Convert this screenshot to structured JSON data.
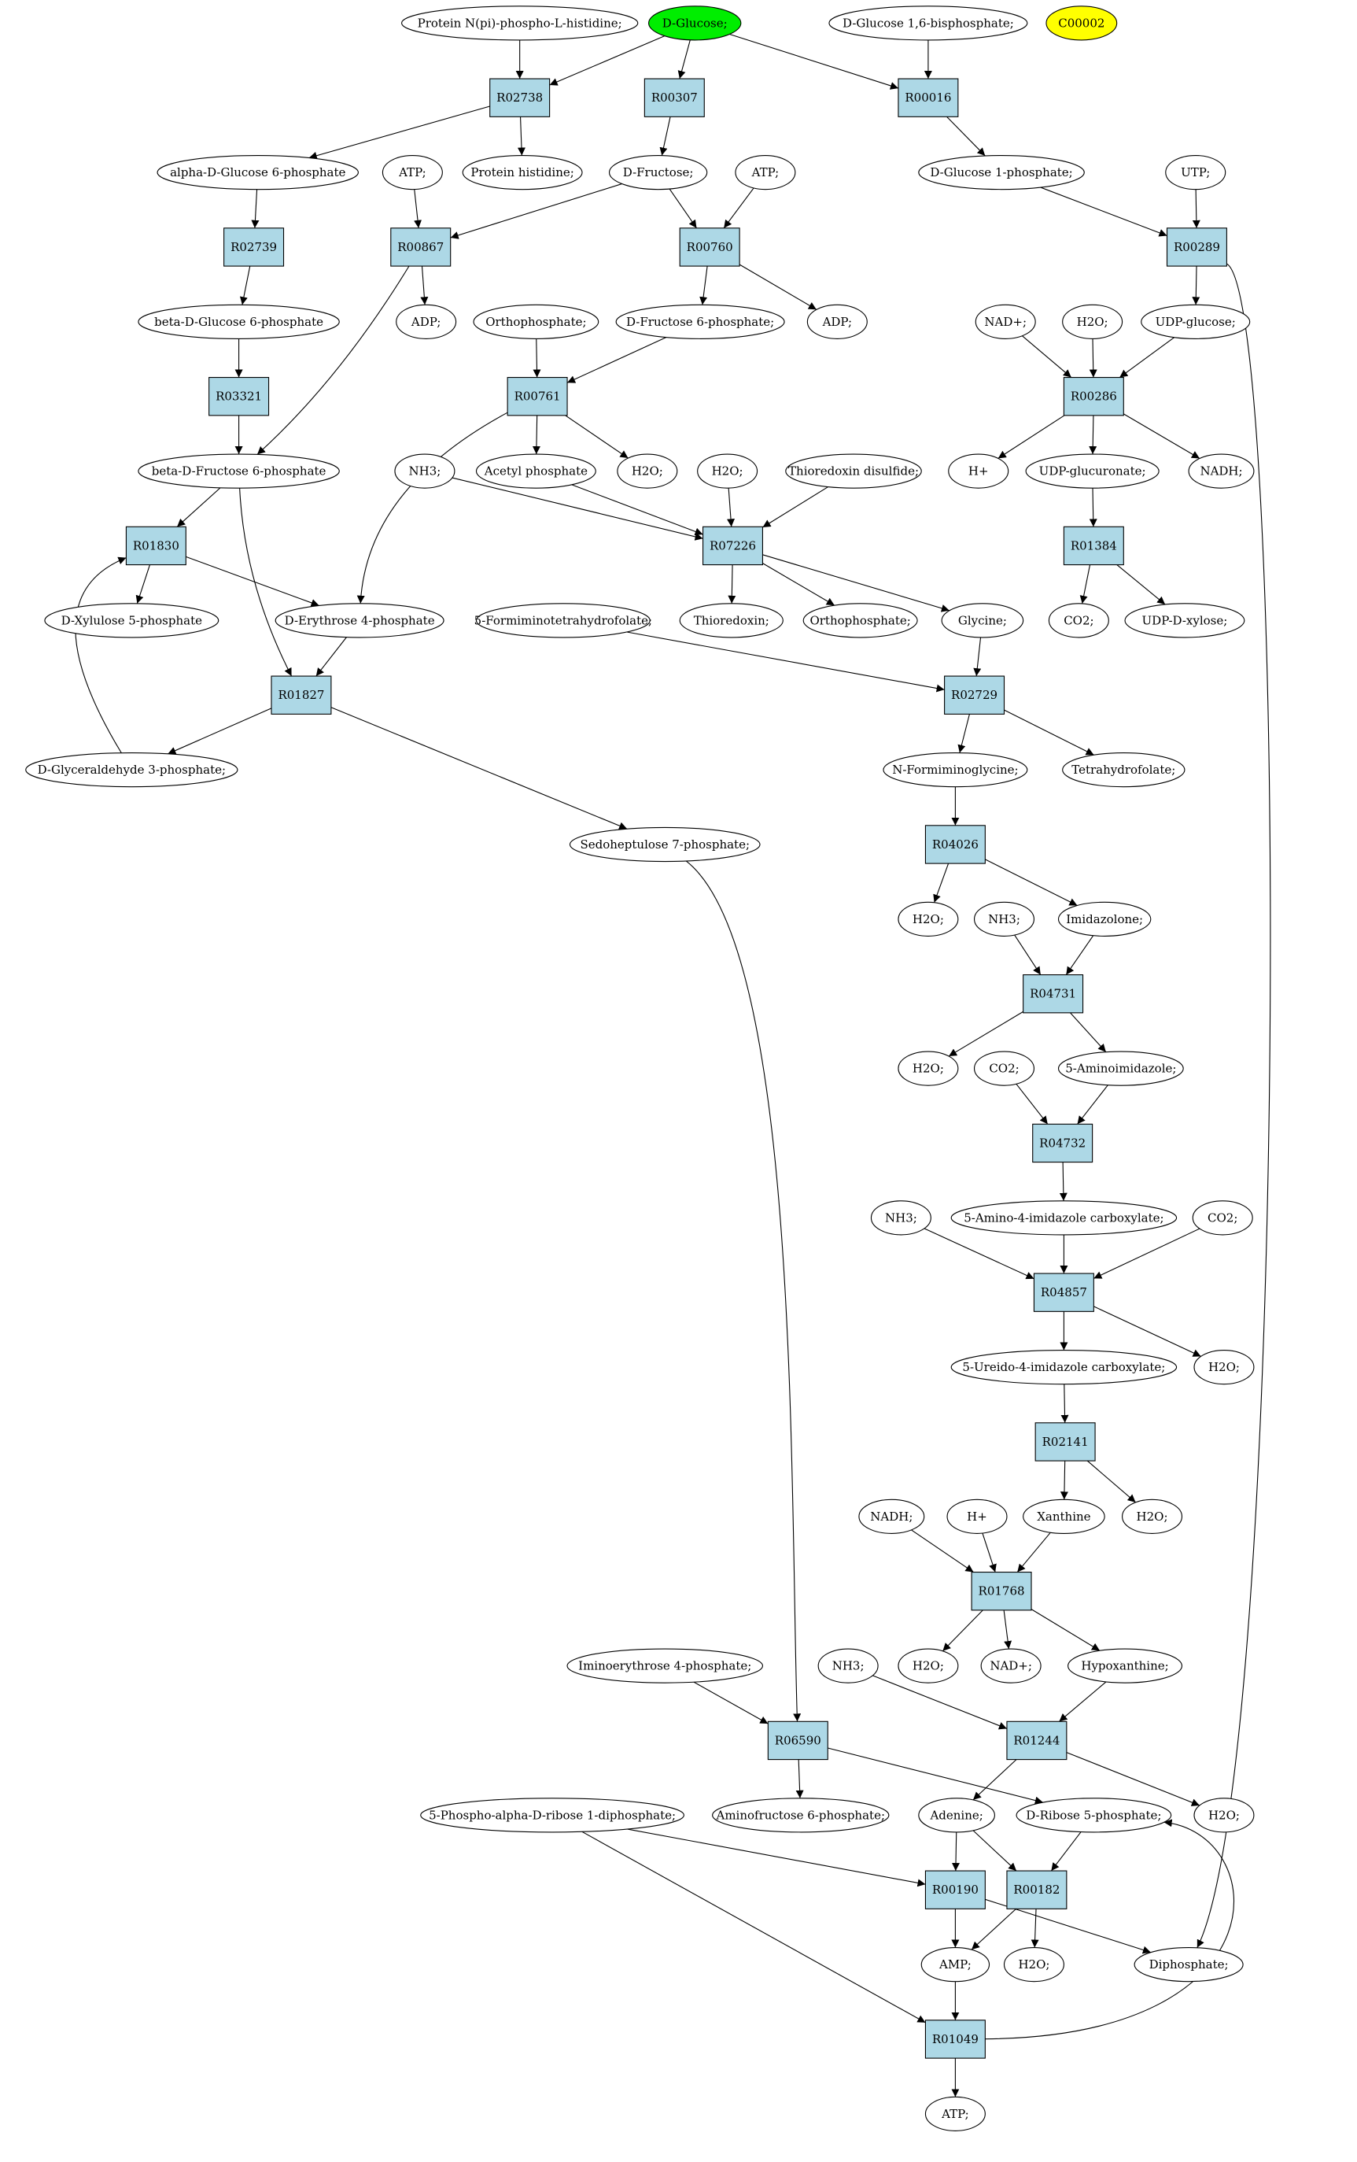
{
  "colors": {
    "compound_fill": "#ffffff",
    "reaction_fill": "#add8e6",
    "highlight_start": "#00ee00",
    "highlight_yellow": "#ffff00",
    "stroke": "#000000"
  },
  "nodes": {
    "c_protein_nphospho": {
      "kind": "compound",
      "label": "Protein N(pi)-phospho-L-histidine;"
    },
    "c_dglucose": {
      "kind": "compound",
      "label": "D-Glucose;",
      "highlight": "green"
    },
    "c_glc16bp": {
      "kind": "compound",
      "label": "D-Glucose 1,6-bisphosphate;"
    },
    "c_c00002": {
      "kind": "compound",
      "label": "C00002",
      "highlight": "yellow"
    },
    "r_R02738": {
      "kind": "reaction",
      "label": "R02738"
    },
    "r_R00307": {
      "kind": "reaction",
      "label": "R00307"
    },
    "r_R00016": {
      "kind": "reaction",
      "label": "R00016"
    },
    "c_adg6p": {
      "kind": "compound",
      "label": "alpha-D-Glucose 6-phosphate"
    },
    "c_atp1": {
      "kind": "compound",
      "label": "ATP;"
    },
    "c_protein_his": {
      "kind": "compound",
      "label": "Protein histidine;"
    },
    "c_dfructose": {
      "kind": "compound",
      "label": "D-Fructose;"
    },
    "c_atp2": {
      "kind": "compound",
      "label": "ATP;"
    },
    "c_glc1p": {
      "kind": "compound",
      "label": "D-Glucose 1-phosphate;"
    },
    "c_utp": {
      "kind": "compound",
      "label": "UTP;"
    },
    "r_R02739": {
      "kind": "reaction",
      "label": "R02739"
    },
    "r_R00867": {
      "kind": "reaction",
      "label": "R00867"
    },
    "r_R00760": {
      "kind": "reaction",
      "label": "R00760"
    },
    "r_R00289": {
      "kind": "reaction",
      "label": "R00289"
    },
    "c_bdg6p": {
      "kind": "compound",
      "label": "beta-D-Glucose 6-phosphate"
    },
    "c_adp1": {
      "kind": "compound",
      "label": "ADP;"
    },
    "c_ortho1": {
      "kind": "compound",
      "label": "Orthophosphate;"
    },
    "c_df6p": {
      "kind": "compound",
      "label": "D-Fructose 6-phosphate;"
    },
    "c_adp2": {
      "kind": "compound",
      "label": "ADP;"
    },
    "c_nadp1": {
      "kind": "compound",
      "label": "NAD+;"
    },
    "c_h2o_a": {
      "kind": "compound",
      "label": "H2O;"
    },
    "c_udpglc": {
      "kind": "compound",
      "label": "UDP-glucose;"
    },
    "r_R03321": {
      "kind": "reaction",
      "label": "R03321"
    },
    "r_R00761": {
      "kind": "reaction",
      "label": "R00761"
    },
    "r_R00286": {
      "kind": "reaction",
      "label": "R00286"
    },
    "c_bdf6p": {
      "kind": "compound",
      "label": "beta-D-Fructose 6-phosphate"
    },
    "c_nh3_a": {
      "kind": "compound",
      "label": "NH3;"
    },
    "c_acetylp": {
      "kind": "compound",
      "label": "Acetyl phosphate"
    },
    "c_h2o_b": {
      "kind": "compound",
      "label": "H2O;"
    },
    "c_h2o_c": {
      "kind": "compound",
      "label": "H2O;"
    },
    "c_thiodis": {
      "kind": "compound",
      "label": "Thioredoxin disulfide;"
    },
    "c_hplus_a": {
      "kind": "compound",
      "label": "H+"
    },
    "c_udpglcur": {
      "kind": "compound",
      "label": "UDP-glucuronate;"
    },
    "c_nadh_a": {
      "kind": "compound",
      "label": "NADH;"
    },
    "r_R01830": {
      "kind": "reaction",
      "label": "R01830"
    },
    "r_R07226": {
      "kind": "reaction",
      "label": "R07226"
    },
    "r_R01384": {
      "kind": "reaction",
      "label": "R01384"
    },
    "c_dxyl5p": {
      "kind": "compound",
      "label": "D-Xylulose 5-phosphate"
    },
    "c_dery4p": {
      "kind": "compound",
      "label": "D-Erythrose 4-phosphate"
    },
    "c_5formthf": {
      "kind": "compound",
      "label": "5-Formiminotetrahydrofolate;"
    },
    "c_thioredoxin": {
      "kind": "compound",
      "label": "Thioredoxin;"
    },
    "c_ortho2": {
      "kind": "compound",
      "label": "Orthophosphate;"
    },
    "c_glycine": {
      "kind": "compound",
      "label": "Glycine;"
    },
    "c_co2_a": {
      "kind": "compound",
      "label": "CO2;"
    },
    "c_udpxyl": {
      "kind": "compound",
      "label": "UDP-D-xylose;"
    },
    "r_R01827": {
      "kind": "reaction",
      "label": "R01827"
    },
    "r_R02729": {
      "kind": "reaction",
      "label": "R02729"
    },
    "c_dga3p": {
      "kind": "compound",
      "label": "D-Glyceraldehyde 3-phosphate;"
    },
    "c_nformgly": {
      "kind": "compound",
      "label": "N-Formiminoglycine;"
    },
    "c_thf": {
      "kind": "compound",
      "label": "Tetrahydrofolate;"
    },
    "c_sedo7p": {
      "kind": "compound",
      "label": "Sedoheptulose 7-phosphate;"
    },
    "r_R04026": {
      "kind": "reaction",
      "label": "R04026"
    },
    "c_h2o_d": {
      "kind": "compound",
      "label": "H2O;"
    },
    "c_nh3_b": {
      "kind": "compound",
      "label": "NH3;"
    },
    "c_imidazolone": {
      "kind": "compound",
      "label": "Imidazolone;"
    },
    "r_R04731": {
      "kind": "reaction",
      "label": "R04731"
    },
    "c_h2o_e": {
      "kind": "compound",
      "label": "H2O;"
    },
    "c_co2_b": {
      "kind": "compound",
      "label": "CO2;"
    },
    "c_5aminoimid": {
      "kind": "compound",
      "label": "5-Aminoimidazole;"
    },
    "r_R04732": {
      "kind": "reaction",
      "label": "R04732"
    },
    "c_nh3_c": {
      "kind": "compound",
      "label": "NH3;"
    },
    "c_5a4icarb": {
      "kind": "compound",
      "label": "5-Amino-4-imidazole carboxylate;"
    },
    "c_co2_c": {
      "kind": "compound",
      "label": "CO2;"
    },
    "r_R04857": {
      "kind": "reaction",
      "label": "R04857"
    },
    "c_5u4icarb": {
      "kind": "compound",
      "label": "5-Ureido-4-imidazole carboxylate;"
    },
    "c_h2o_f": {
      "kind": "compound",
      "label": "H2O;"
    },
    "r_R02141": {
      "kind": "reaction",
      "label": "R02141"
    },
    "c_nadh_b": {
      "kind": "compound",
      "label": "NADH;"
    },
    "c_hplus_b": {
      "kind": "compound",
      "label": "H+"
    },
    "c_xanthine": {
      "kind": "compound",
      "label": "Xanthine"
    },
    "c_h2o_g": {
      "kind": "compound",
      "label": "H2O;"
    },
    "r_R01768": {
      "kind": "reaction",
      "label": "R01768"
    },
    "c_iminoery4p": {
      "kind": "compound",
      "label": "Iminoerythrose 4-phosphate;"
    },
    "c_nh3_d": {
      "kind": "compound",
      "label": "NH3;"
    },
    "c_h2o_h": {
      "kind": "compound",
      "label": "H2O;"
    },
    "c_nadp2": {
      "kind": "compound",
      "label": "NAD+;"
    },
    "c_hypoxanthine": {
      "kind": "compound",
      "label": "Hypoxanthine;"
    },
    "r_R06590": {
      "kind": "reaction",
      "label": "R06590"
    },
    "r_R01244": {
      "kind": "reaction",
      "label": "R01244"
    },
    "c_prpp": {
      "kind": "compound",
      "label": "5-Phospho-alpha-D-ribose 1-diphosphate;"
    },
    "c_aminofru6p": {
      "kind": "compound",
      "label": "Aminofructose 6-phosphate;"
    },
    "c_adenine": {
      "kind": "compound",
      "label": "Adenine;"
    },
    "c_dribose5p": {
      "kind": "compound",
      "label": "D-Ribose 5-phosphate;"
    },
    "c_h2o_i": {
      "kind": "compound",
      "label": "H2O;"
    },
    "r_R00190": {
      "kind": "reaction",
      "label": "R00190"
    },
    "r_R00182": {
      "kind": "reaction",
      "label": "R00182"
    },
    "c_amp": {
      "kind": "compound",
      "label": "AMP;"
    },
    "c_h2o_j": {
      "kind": "compound",
      "label": "H2O;"
    },
    "c_diphosphate": {
      "kind": "compound",
      "label": "Diphosphate;"
    },
    "r_R01049": {
      "kind": "reaction",
      "label": "R01049"
    },
    "c_atp3": {
      "kind": "compound",
      "label": "ATP;"
    }
  },
  "edges": [
    [
      "c_protein_nphospho",
      "r_R02738"
    ],
    [
      "c_dglucose",
      "r_R02738"
    ],
    [
      "c_dglucose",
      "r_R00307"
    ],
    [
      "c_dglucose",
      "r_R00016"
    ],
    [
      "c_glc16bp",
      "r_R00016"
    ],
    [
      "r_R02738",
      "c_adg6p"
    ],
    [
      "r_R02738",
      "c_protein_his"
    ],
    [
      "r_R00307",
      "c_dfructose"
    ],
    [
      "r_R00016",
      "c_glc1p"
    ],
    [
      "c_adg6p",
      "r_R02739"
    ],
    [
      "c_atp1",
      "r_R00867"
    ],
    [
      "c_dfructose",
      "r_R00867"
    ],
    [
      "c_dfructose",
      "r_R00760"
    ],
    [
      "c_atp2",
      "r_R00760"
    ],
    [
      "c_glc1p",
      "r_R00289"
    ],
    [
      "c_utp",
      "r_R00289"
    ],
    [
      "r_R02739",
      "c_bdg6p"
    ],
    [
      "r_R00867",
      "c_adp1"
    ],
    [
      "r_R00867",
      "c_bdf6p"
    ],
    [
      "r_R00760",
      "c_df6p"
    ],
    [
      "r_R00760",
      "c_adp2"
    ],
    [
      "r_R00289",
      "c_udpglc"
    ],
    [
      "r_R00289",
      "c_diphosphate"
    ],
    [
      "c_bdg6p",
      "r_R03321"
    ],
    [
      "c_ortho1",
      "r_R00761"
    ],
    [
      "c_df6p",
      "r_R00761"
    ],
    [
      "c_nadp1",
      "r_R00286"
    ],
    [
      "c_h2o_a",
      "r_R00286"
    ],
    [
      "c_udpglc",
      "r_R00286"
    ],
    [
      "r_R03321",
      "c_bdf6p"
    ],
    [
      "r_R00761",
      "c_acetylp"
    ],
    [
      "r_R00761",
      "c_h2o_b"
    ],
    [
      "r_R00761",
      "c_dery4p"
    ],
    [
      "r_R00286",
      "c_hplus_a"
    ],
    [
      "r_R00286",
      "c_udpglcur"
    ],
    [
      "r_R00286",
      "c_nadh_a"
    ],
    [
      "c_bdf6p",
      "r_R01830"
    ],
    [
      "c_bdf6p",
      "r_R01827"
    ],
    [
      "c_nh3_a",
      "r_R07226"
    ],
    [
      "c_acetylp",
      "r_R07226"
    ],
    [
      "c_h2o_c",
      "r_R07226"
    ],
    [
      "c_thiodis",
      "r_R07226"
    ],
    [
      "c_udpglcur",
      "r_R01384"
    ],
    [
      "r_R01830",
      "c_dxyl5p"
    ],
    [
      "r_R01830",
      "c_dery4p"
    ],
    [
      "r_R07226",
      "c_thioredoxin"
    ],
    [
      "r_R07226",
      "c_ortho2"
    ],
    [
      "r_R07226",
      "c_glycine"
    ],
    [
      "r_R01384",
      "c_co2_a"
    ],
    [
      "r_R01384",
      "c_udpxyl"
    ],
    [
      "c_dery4p",
      "r_R01827"
    ],
    [
      "c_5formthf",
      "r_R02729"
    ],
    [
      "c_glycine",
      "r_R02729"
    ],
    [
      "r_R01827",
      "c_dga3p"
    ],
    [
      "r_R01827",
      "c_sedo7p"
    ],
    [
      "c_dga3p",
      "r_R01830"
    ],
    [
      "r_R02729",
      "c_nformgly"
    ],
    [
      "r_R02729",
      "c_thf"
    ],
    [
      "c_nformgly",
      "r_R04026"
    ],
    [
      "r_R04026",
      "c_h2o_d"
    ],
    [
      "r_R04026",
      "c_imidazolone"
    ],
    [
      "c_nh3_b",
      "r_R04731"
    ],
    [
      "c_imidazolone",
      "r_R04731"
    ],
    [
      "r_R04731",
      "c_h2o_e"
    ],
    [
      "r_R04731",
      "c_5aminoimid"
    ],
    [
      "c_co2_b",
      "r_R04732"
    ],
    [
      "c_5aminoimid",
      "r_R04732"
    ],
    [
      "r_R04732",
      "c_5a4icarb"
    ],
    [
      "c_nh3_c",
      "r_R04857"
    ],
    [
      "c_5a4icarb",
      "r_R04857"
    ],
    [
      "c_co2_c",
      "r_R04857"
    ],
    [
      "r_R04857",
      "c_5u4icarb"
    ],
    [
      "r_R04857",
      "c_h2o_f"
    ],
    [
      "c_5u4icarb",
      "r_R02141"
    ],
    [
      "r_R02141",
      "c_xanthine"
    ],
    [
      "r_R02141",
      "c_h2o_g"
    ],
    [
      "c_nadh_b",
      "r_R01768"
    ],
    [
      "c_hplus_b",
      "r_R01768"
    ],
    [
      "c_xanthine",
      "r_R01768"
    ],
    [
      "r_R01768",
      "c_h2o_h"
    ],
    [
      "r_R01768",
      "c_nadp2"
    ],
    [
      "r_R01768",
      "c_hypoxanthine"
    ],
    [
      "c_nh3_d",
      "r_R01244"
    ],
    [
      "c_hypoxanthine",
      "r_R01244"
    ],
    [
      "c_iminoery4p",
      "r_R06590"
    ],
    [
      "c_sedo7p",
      "r_R06590"
    ],
    [
      "r_R06590",
      "c_aminofru6p"
    ],
    [
      "r_R06590",
      "c_dribose5p"
    ],
    [
      "r_R01244",
      "c_adenine"
    ],
    [
      "r_R01244",
      "c_h2o_i"
    ],
    [
      "c_prpp",
      "r_R00190"
    ],
    [
      "c_adenine",
      "r_R00190"
    ],
    [
      "c_adenine",
      "r_R00182"
    ],
    [
      "c_dribose5p",
      "r_R00182"
    ],
    [
      "c_prpp",
      "r_R01049"
    ],
    [
      "r_R00190",
      "c_amp"
    ],
    [
      "r_R00190",
      "c_diphosphate"
    ],
    [
      "r_R00182",
      "c_amp"
    ],
    [
      "r_R00182",
      "c_h2o_j"
    ],
    [
      "c_amp",
      "r_R01049"
    ],
    [
      "r_R01049",
      "c_atp3"
    ],
    [
      "r_R01049",
      "c_dribose5p"
    ]
  ]
}
